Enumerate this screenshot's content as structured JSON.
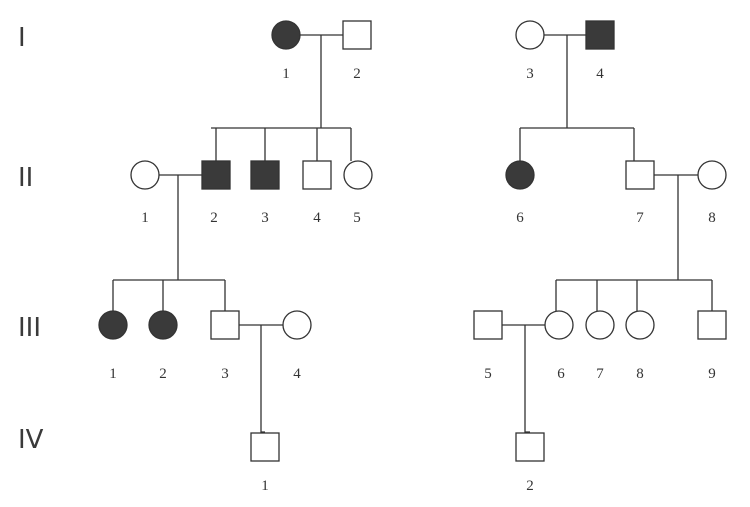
{
  "generations": [
    "I",
    "II",
    "III",
    "IV"
  ],
  "colors": {
    "affected": "#3a3a3a",
    "unaffected": "#ffffff",
    "line": "#333333",
    "accent_label": "#8b2b2b"
  },
  "individuals": [
    {
      "id": "I-1",
      "label": "1",
      "sex": "female",
      "affected": true
    },
    {
      "id": "I-2",
      "label": "2",
      "sex": "male",
      "affected": false
    },
    {
      "id": "I-3",
      "label": "3",
      "sex": "female",
      "affected": false
    },
    {
      "id": "I-4",
      "label": "4",
      "sex": "male",
      "affected": true
    },
    {
      "id": "II-1",
      "label": "1",
      "sex": "female",
      "affected": false
    },
    {
      "id": "II-2",
      "label": "2",
      "sex": "male",
      "affected": true
    },
    {
      "id": "II-3",
      "label": "3",
      "sex": "male",
      "affected": true
    },
    {
      "id": "II-4",
      "label": "4",
      "sex": "male",
      "affected": false
    },
    {
      "id": "II-5",
      "label": "5",
      "sex": "female",
      "affected": false
    },
    {
      "id": "II-6",
      "label": "6",
      "sex": "female",
      "affected": true
    },
    {
      "id": "II-7",
      "label": "7",
      "sex": "male",
      "affected": false
    },
    {
      "id": "II-8",
      "label": "8",
      "sex": "female",
      "affected": false
    },
    {
      "id": "III-1",
      "label": "1",
      "sex": "female",
      "affected": true
    },
    {
      "id": "III-2",
      "label": "2",
      "sex": "female",
      "affected": true
    },
    {
      "id": "III-3",
      "label": "3",
      "sex": "male",
      "affected": false
    },
    {
      "id": "III-4",
      "label": "4",
      "sex": "female",
      "affected": false
    },
    {
      "id": "III-5",
      "label": "5",
      "sex": "male",
      "affected": false
    },
    {
      "id": "III-6",
      "label": "6",
      "sex": "female",
      "affected": false
    },
    {
      "id": "III-7",
      "label": "7",
      "sex": "female",
      "affected": false
    },
    {
      "id": "III-8",
      "label": "8",
      "sex": "female",
      "affected": false
    },
    {
      "id": "III-9",
      "label": "9",
      "sex": "male",
      "affected": false
    },
    {
      "id": "IV-1",
      "label": "1",
      "sex": "male",
      "affected": false
    },
    {
      "id": "IV-2",
      "label": "2",
      "sex": "male",
      "affected": false
    }
  ]
}
